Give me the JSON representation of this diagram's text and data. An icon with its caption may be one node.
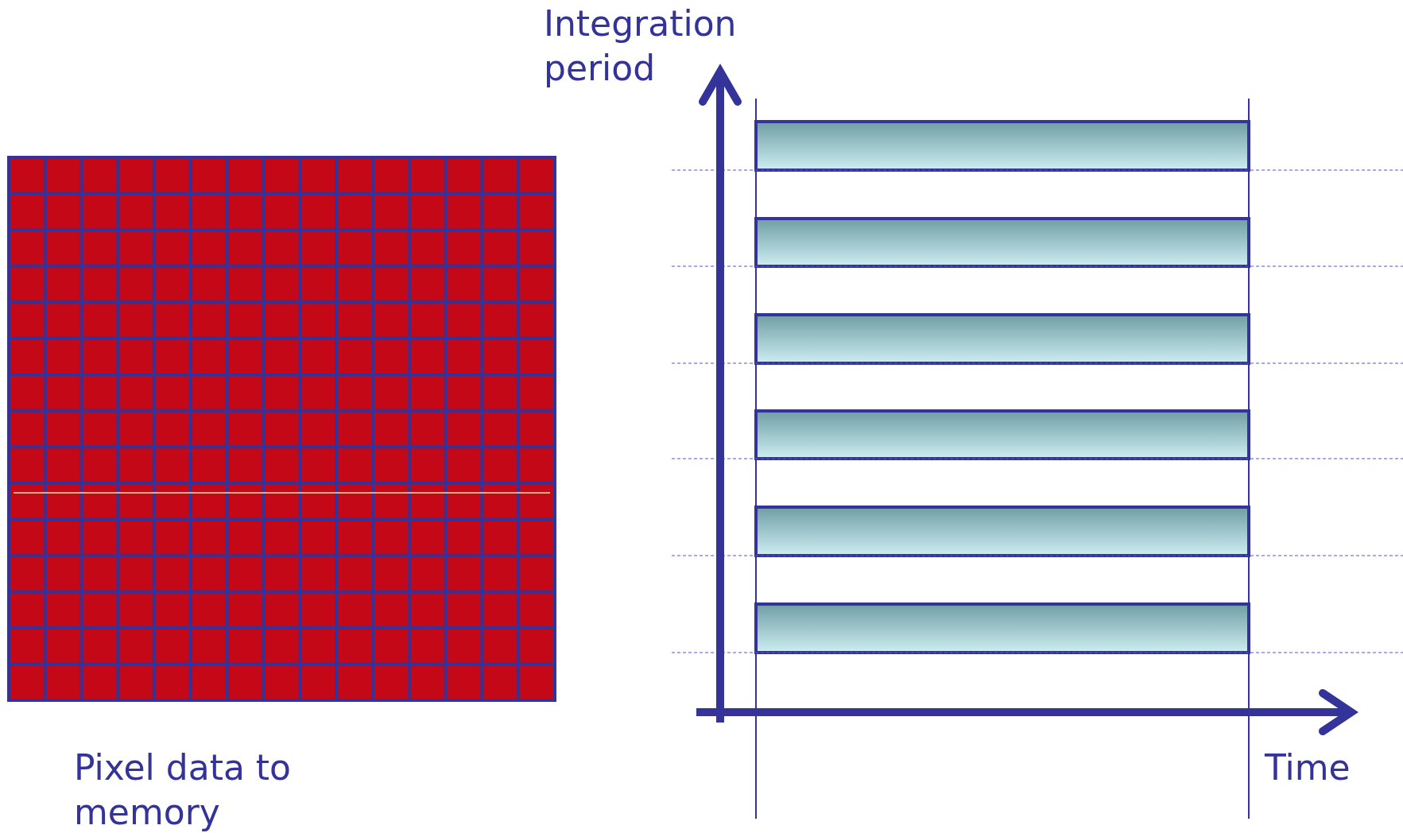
{
  "diagram": {
    "labels": [
      "Integration period",
      "Pixel data to memory",
      "Time"
    ]
  }
}
